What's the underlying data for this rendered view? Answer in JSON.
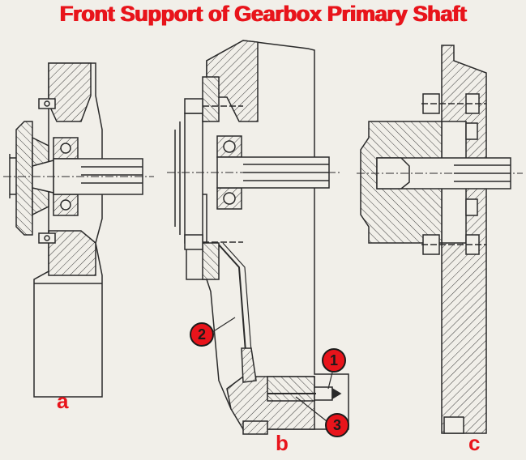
{
  "title": "Front Support of Gearbox Primary Shaft",
  "figures": [
    {
      "id": "a",
      "label": "a"
    },
    {
      "id": "b",
      "label": "b"
    },
    {
      "id": "c",
      "label": "c"
    }
  ],
  "callouts": [
    {
      "number": "1"
    },
    {
      "number": "2"
    },
    {
      "number": "3"
    }
  ],
  "colors": {
    "accent": "#e8141b",
    "ink": "#2a2a2a",
    "paper": "#f1efe9"
  }
}
